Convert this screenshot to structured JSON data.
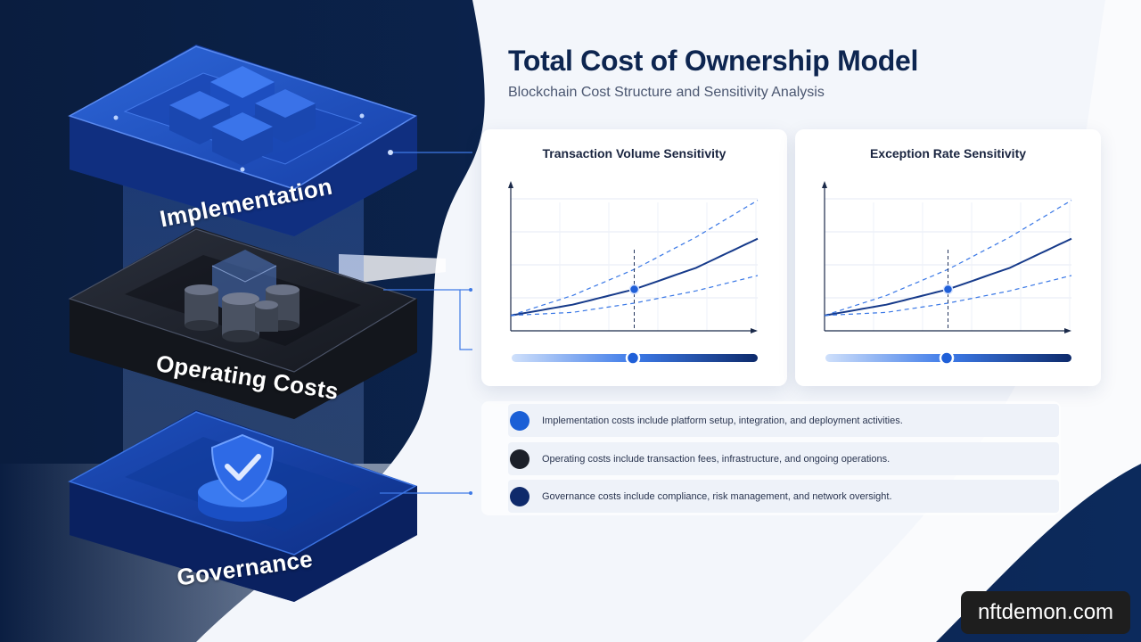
{
  "header": {
    "title": "Total Cost of Ownership Model",
    "subtitle": "Blockchain Cost Structure and Sensitivity Analysis"
  },
  "layers": [
    {
      "label": "Implementation",
      "icon": "cubes-icon",
      "color": "#1f4fb8"
    },
    {
      "label": "Operating Costs",
      "icon": "coin-stack-icon",
      "color": "#1b1f2a"
    },
    {
      "label": "Governance",
      "icon": "shield-check-icon",
      "color": "#123d9c"
    }
  ],
  "charts": [
    {
      "title": "Transaction Volume Sensitivity",
      "slider_value": 0.5
    },
    {
      "title": "Exception Rate Sensitivity",
      "slider_value": 0.5
    }
  ],
  "chart_data": [
    {
      "type": "line",
      "title": "Transaction Volume Sensitivity",
      "x": [
        0,
        0.25,
        0.5,
        0.75,
        1.0
      ],
      "series": [
        {
          "values": [
            0.1,
            0.23,
            0.4,
            0.61,
            0.85
          ],
          "style": "upper-dashed"
        },
        {
          "values": [
            0.1,
            0.17,
            0.27,
            0.41,
            0.6
          ],
          "style": "base-solid"
        },
        {
          "values": [
            0.1,
            0.12,
            0.18,
            0.26,
            0.36
          ],
          "style": "lower-dashed"
        }
      ],
      "marker_x": 0.5
    },
    {
      "type": "line",
      "title": "Exception Rate Sensitivity",
      "x": [
        0,
        0.25,
        0.5,
        0.75,
        1.0
      ],
      "series": [
        {
          "values": [
            0.1,
            0.23,
            0.4,
            0.61,
            0.85
          ],
          "style": "upper-dashed"
        },
        {
          "values": [
            0.1,
            0.17,
            0.27,
            0.41,
            0.6
          ],
          "style": "base-solid"
        },
        {
          "values": [
            0.1,
            0.12,
            0.18,
            0.26,
            0.36
          ],
          "style": "lower-dashed"
        }
      ],
      "marker_x": 0.5
    }
  ],
  "legend": [
    {
      "text": "Implementation costs include platform setup, integration, and deployment activities.",
      "color": "#1a5fd6"
    },
    {
      "text": "Operating costs include transaction fees, infrastructure, and ongoing operations.",
      "color": "#1c2029"
    },
    {
      "text": "Governance costs include compliance, risk management, and network oversight.",
      "color": "#0f2a6b"
    }
  ],
  "watermark": "nftdemon.com",
  "colors": {
    "navy": "#0d2550",
    "accent": "#1f5fd8",
    "background_dark": "#0a2147"
  }
}
